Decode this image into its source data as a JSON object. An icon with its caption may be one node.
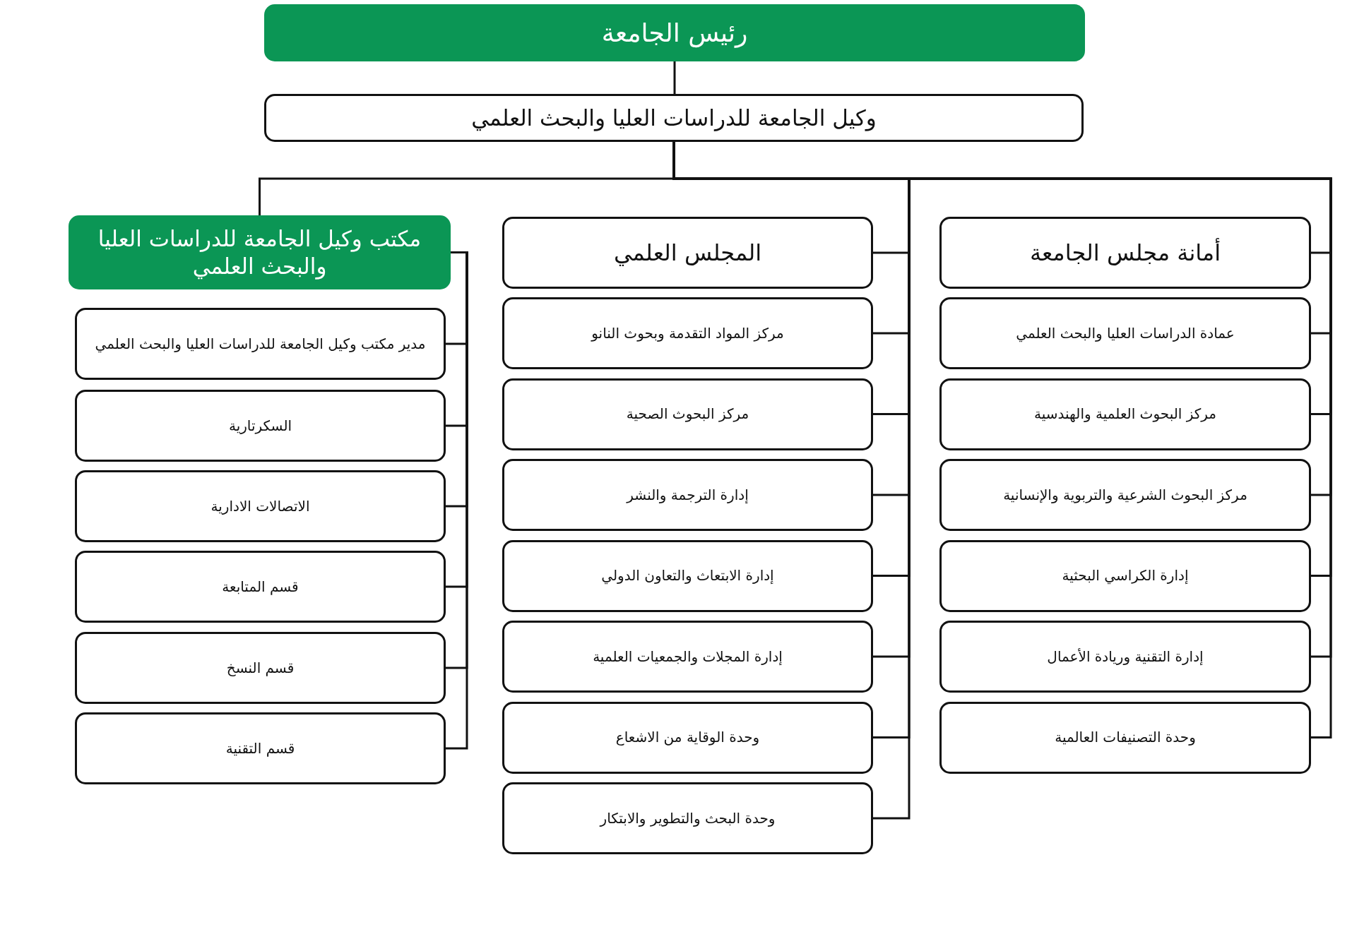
{
  "diagram": {
    "nodes": [
      {
        "text": [
          "رئيس الجامعة"
        ]
      },
      {
        "text": [
          "وكيل الجامعة للدراسات العليا والبحث العلمي"
        ]
      },
      {
        "text": [
          "مكتب وكيل الجامعة للدراسات العليا والبحث العلمي"
        ]
      },
      {
        "text": [
          "مدير مكتب وكيل الجامعة للدراسات العليا والبحث العلمي"
        ]
      },
      {
        "text": [
          "السكرتارية"
        ]
      },
      {
        "text": [
          "الاتصالات الادارية"
        ]
      },
      {
        "text": [
          "قسم المتابعة"
        ]
      },
      {
        "text": [
          "قسم النسخ"
        ]
      },
      {
        "text": [
          "قسم التقنية"
        ]
      },
      {
        "text": [
          "المجلس العلمي"
        ]
      },
      {
        "text": [
          "مركز المواد التقدمة وبحوث النانو"
        ]
      },
      {
        "text": [
          "مركز البحوث الصحية"
        ]
      },
      {
        "text": [
          "إدارة الترجمة والنشر"
        ]
      },
      {
        "text": [
          "إدارة الابتعاث والتعاون الدولي"
        ]
      },
      {
        "text": [
          "إدارة المجلات والجمعيات العلمية"
        ]
      },
      {
        "text": [
          "وحدة الوقاية من الاشعاع"
        ]
      },
      {
        "text": [
          "وحدة البحث والتطوير والابتكار"
        ]
      },
      {
        "text": [
          "أمانة مجلس الجامعة"
        ]
      },
      {
        "text": [
          "عمادة الدراسات العليا والبحث العلمي"
        ]
      },
      {
        "text": [
          "مركز البحوث العلمية والهندسية"
        ]
      },
      {
        "text": [
          "مركز البحوث الشرعية والتربوية والإنسانية"
        ]
      },
      {
        "text": [
          "إدارة الكراسي البحثية"
        ]
      },
      {
        "text": [
          "إدارة التقنية وريادة الأعمال"
        ]
      },
      {
        "text": [
          "وحدة التصنيفات العالمية"
        ]
      }
    ],
    "edges": [
      {
        "from": 0,
        "to": 1,
        "arrow": "none"
      },
      {
        "from": 1,
        "to": 2,
        "arrow": "none"
      },
      {
        "from": 2,
        "to": 3,
        "arrow": "none"
      },
      {
        "from": 2,
        "to": 4,
        "arrow": "none"
      },
      {
        "from": 2,
        "to": 5,
        "arrow": "none"
      },
      {
        "from": 2,
        "to": 6,
        "arrow": "none"
      },
      {
        "from": 2,
        "to": 7,
        "arrow": "none"
      },
      {
        "from": 2,
        "to": 8,
        "arrow": "none"
      },
      {
        "from": 1,
        "to": 9,
        "arrow": "none"
      },
      {
        "from": 1,
        "to": 10,
        "arrow": "none"
      },
      {
        "from": 1,
        "to": 11,
        "arrow": "none"
      },
      {
        "from": 1,
        "to": 12,
        "arrow": "none"
      },
      {
        "from": 1,
        "to": 13,
        "arrow": "none"
      },
      {
        "from": 1,
        "to": 14,
        "arrow": "none"
      },
      {
        "from": 1,
        "to": 15,
        "arrow": "none"
      },
      {
        "from": 1,
        "to": 16,
        "arrow": "none"
      },
      {
        "from": 1,
        "to": 17,
        "arrow": "none"
      },
      {
        "from": 1,
        "to": 18,
        "arrow": "none"
      },
      {
        "from": 1,
        "to": 19,
        "arrow": "none"
      },
      {
        "from": 1,
        "to": 20,
        "arrow": "none"
      },
      {
        "from": 1,
        "to": 21,
        "arrow": "none"
      },
      {
        "from": 1,
        "to": 22,
        "arrow": "none"
      },
      {
        "from": 1,
        "to": 23,
        "arrow": "none"
      }
    ]
  }
}
